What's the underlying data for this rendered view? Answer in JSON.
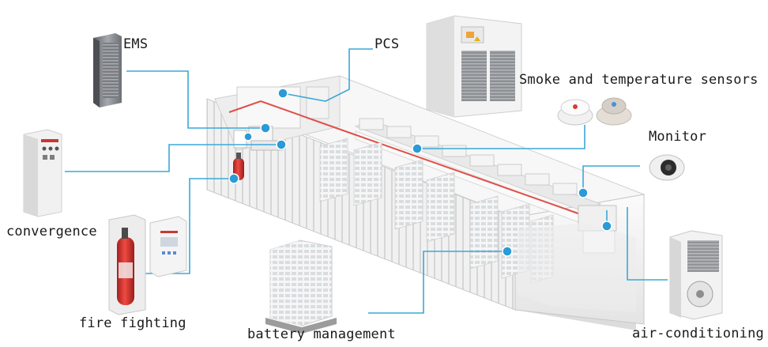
{
  "labels": {
    "ems": "EMS",
    "pcs": "PCS",
    "smoke": "Smoke and temperature sensors",
    "monitor": "Monitor",
    "convergence": "convergence",
    "fire": "fire fighting",
    "battery": "battery management",
    "aircon": "air-conditioning"
  },
  "colors": {
    "connector": "#3aa8d8",
    "dot": "#2b9ad6",
    "cable_red": "#e0504a",
    "container_white": "#f2f2f2",
    "extinguisher_red": "#d82f2a",
    "cabinet_gray": "#8a8d91"
  },
  "icons": [
    "ems-cabinet-icon",
    "pcs-inverter-icon",
    "smoke-sensor-icon",
    "temperature-sensor-icon",
    "camera-icon",
    "switchgear-icon",
    "fire-extinguisher-icon",
    "fire-alarm-panel-icon",
    "battery-rack-icon",
    "air-conditioner-icon",
    "container-icon"
  ]
}
